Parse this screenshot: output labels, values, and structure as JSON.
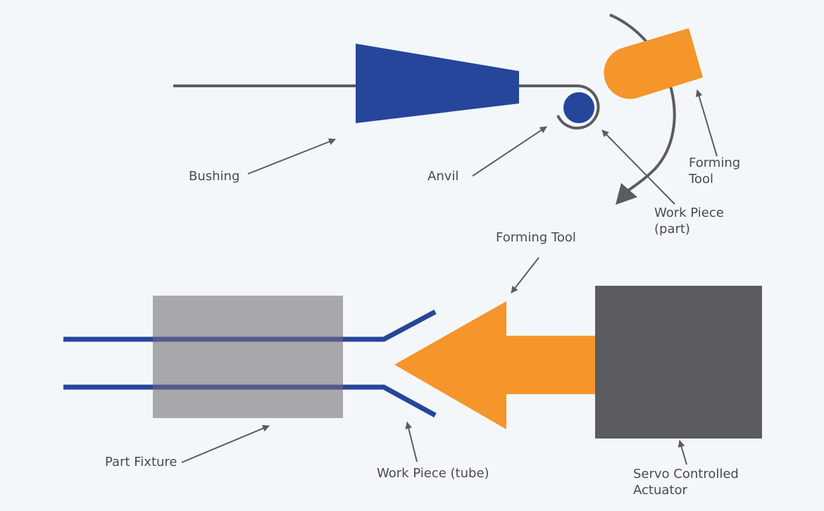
{
  "labels": {
    "bushing": "Bushing",
    "anvil": "Anvil",
    "forming_tool_top_line1": "Forming",
    "forming_tool_top_line2": "Tool",
    "work_piece_part_line1": "Work Piece",
    "work_piece_part_line2": "(part)",
    "forming_tool_bottom": "Forming Tool",
    "part_fixture": "Part Fixture",
    "work_piece_tube": "Work Piece (tube)",
    "servo_line1": "Servo Controlled",
    "servo_line2": "Actuator"
  },
  "colors": {
    "background": "#f3f7fa",
    "navy": "#25469a",
    "orange": "#f5952a",
    "gray_line": "#5b5c5f",
    "fixture": "#a8a7ab",
    "actuator": "#5b5c5f",
    "label": "#4a4a4a"
  }
}
